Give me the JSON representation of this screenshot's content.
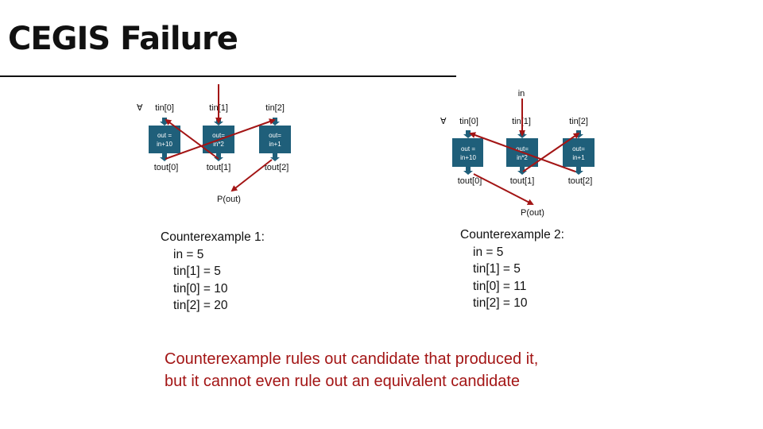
{
  "title": "CEGIS Failure",
  "colors": {
    "accent_red": "#a31515",
    "box_teal": "#1f5f7a"
  },
  "diagram1": {
    "forall_symbol": "∀",
    "inputs": [
      "tin[0]",
      "tin[1]",
      "tin[2]"
    ],
    "boxes": [
      {
        "line1": "out =",
        "line2": "in+10"
      },
      {
        "line1": "out=",
        "line2": "in*2"
      },
      {
        "line1": "out=",
        "line2": "in+1"
      }
    ],
    "outputs": [
      "tout[0]",
      "tout[1]",
      "tout[2]"
    ],
    "property": "P(out)",
    "wiring": [
      "in -> tin[1]",
      "tout[1] -> tin[0]",
      "tout[0] -> tin[2]",
      "tout[2] -> P(out)"
    ]
  },
  "diagram2": {
    "in_label": "in",
    "forall_symbol": "∀",
    "inputs": [
      "tin[0]",
      "tin[1]",
      "tin[2]"
    ],
    "boxes": [
      {
        "line1": "out =",
        "line2": "in+10"
      },
      {
        "line1": "out=",
        "line2": "in*2"
      },
      {
        "line1": "out=",
        "line2": "in+1"
      }
    ],
    "outputs": [
      "tout[0]",
      "tout[1]",
      "tout[2]"
    ],
    "property": "P(out)",
    "wiring": [
      "in -> tin[1]",
      "tout[2] -> tin[0]",
      "tout[1] -> tin[2]",
      "tout[0] -> P(out)"
    ]
  },
  "counterexample1": {
    "heading": "Counterexample 1:",
    "lines": [
      "in = 5",
      "tin[1] = 5",
      "tin[0] = 10",
      "tin[2] = 20"
    ]
  },
  "counterexample2": {
    "heading": "Counterexample 2:",
    "lines": [
      "in = 5",
      "tin[1] = 5",
      "tin[0] = 11",
      "tin[2] = 10"
    ]
  },
  "note": {
    "line1": "Counterexample rules out candidate that produced it,",
    "line2": "but it cannot even rule out an equivalent candidate"
  }
}
